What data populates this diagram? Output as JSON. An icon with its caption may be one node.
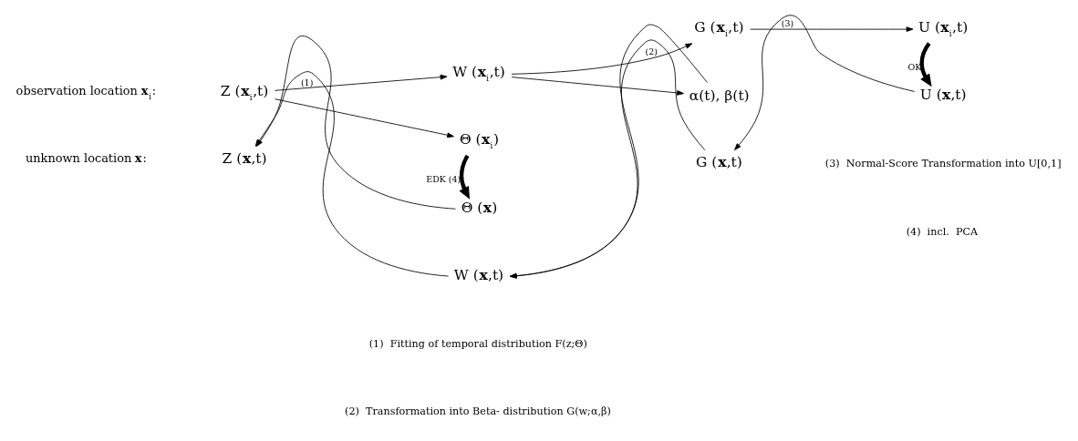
{
  "diagram": {
    "nodes": [
      {
        "text": [
          "Z (**x**$_{i}$,t)"
        ]
      },
      {
        "text": [
          "W (**x**$_{i}$,t)"
        ]
      },
      {
        "text": [
          "Θ (**x**$_{i}$)"
        ]
      },
      {
        "text": [
          "G (**x**$_{i}$,t)"
        ]
      },
      {
        "text": [
          "α(t), β(t)"
        ]
      },
      {
        "text": [
          "U (**x**$_{i}$,t)"
        ]
      },
      {
        "text": [
          "Θ (**x**)"
        ]
      },
      {
        "text": [
          "Z (**x**,t)"
        ]
      },
      {
        "text": [
          "W (**x**,t)"
        ]
      },
      {
        "text": [
          "G (**x**,t)"
        ]
      },
      {
        "text": [
          "U (**x**,t)"
        ]
      }
    ],
    "edges": [
      {
        "from": 0,
        "to": 1,
        "arrow": "to",
        "label": "(1)"
      },
      {
        "from": 0,
        "to": 2,
        "arrow": "to"
      },
      {
        "from": 1,
        "to": 3,
        "arrow": "to",
        "label": "(2)"
      },
      {
        "from": 1,
        "to": 4,
        "arrow": "to"
      },
      {
        "from": 3,
        "to": 5,
        "arrow": "to",
        "label": "(3)"
      },
      {
        "from": 2,
        "to": 6,
        "arrow": "to",
        "label": "EDK (4)",
        "style": "thick"
      },
      {
        "from": 5,
        "to": 10,
        "arrow": "to",
        "label": "OK",
        "style": "thick"
      },
      {
        "from": 10,
        "to": 9,
        "arrow": "to"
      },
      {
        "from": 9,
        "to": 8,
        "arrow": "to"
      },
      {
        "from": 4,
        "to": 8,
        "arrow": "to"
      },
      {
        "from": 6,
        "to": 7,
        "arrow": "to"
      },
      {
        "from": 8,
        "to": 7,
        "arrow": "to"
      }
    ],
    "labels": [
      "observation location **x**$_{i}$:",
      "unknown location **x**:",
      "(1)  Fitting of temporal distribution F(z;Θ)",
      "(3)  Normal-Score Transformation into U[0,1]",
      "(2)  Transformation into Beta- distribution G(w;α,β)",
      "(4)  incl.  PCA"
    ]
  }
}
